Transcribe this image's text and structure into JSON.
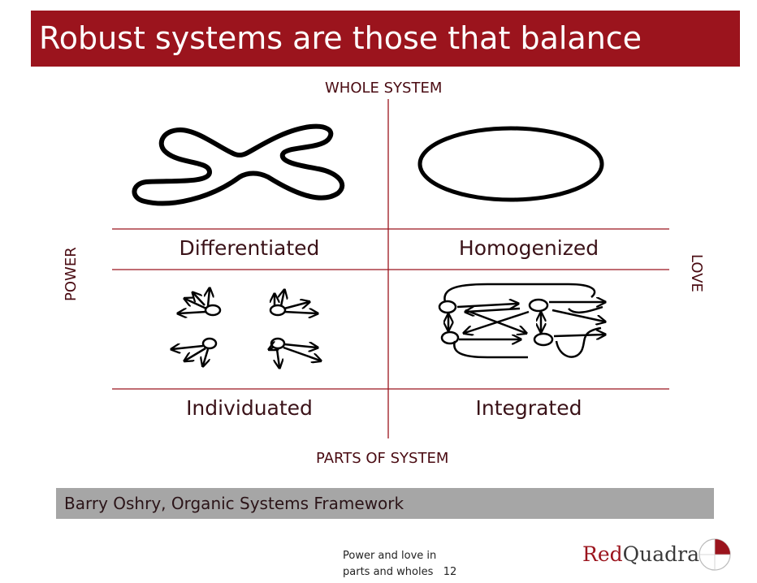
{
  "slide": {
    "title": "Robust systems are those that balance",
    "source": "Barry Oshry, Organic Systems Framework"
  },
  "axes": {
    "top": "WHOLE SYSTEM",
    "bottom": "PARTS OF SYSTEM",
    "left": "POWER",
    "right": "LOVE"
  },
  "quadrants": {
    "top_left": "Differentiated",
    "top_right": "Homogenized",
    "bottom_left": "Individuated",
    "bottom_right": "Integrated"
  },
  "footer": {
    "line1": "Power and love in",
    "line2": "parts and wholes",
    "page_number": "12"
  },
  "brand": {
    "red_part": "Red",
    "dark_part": "Quadrant"
  },
  "colors": {
    "accent": "#9b141d",
    "grid_line": "#9b141d",
    "source_bar": "#a6a6a6"
  }
}
